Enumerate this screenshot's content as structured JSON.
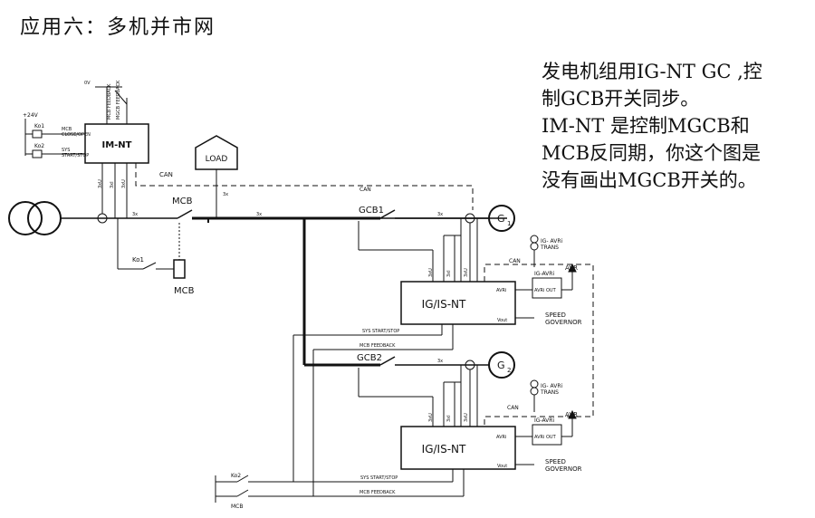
{
  "title": "应用六：多机并市网",
  "note_lines": [
    "发电机组用IG-NT GC ,控",
    "制GCB开关同步。",
    "IM-NT 是控制MGCB和",
    "MCB反同期，你这个图是",
    "没有画出MGCB开关的。"
  ],
  "diagram": {
    "im_nt": "IM-NT",
    "load": "LOAD",
    "can": "CAN",
    "mcb": "MCB",
    "mcb_coil": "MCB",
    "ko1": "Ko1",
    "ko2": "Ko2",
    "plus24v": "+24V",
    "mcb_close_open": "MCB\nCLOSE/OPEN",
    "sys_start_stop_label": "SYS\nSTART/STOP",
    "top_labels": [
      "MCB FEEDBACK",
      "MGCB FEEDBACK"
    ],
    "zero_v": "0V",
    "three_x_u": "3xU",
    "three_x_i": "3xI",
    "gcb1": "GCB1",
    "gcb2": "GCB2",
    "g1": "G",
    "g1_sub": "1",
    "g2": "G",
    "g2_sub": "2",
    "ig_is_nt": "IG/IS-NT",
    "avri": "AVRi",
    "vout": "Vout",
    "ig_avri_trans": "IG- AVRi\nTRANS",
    "ig_avri": "IG-AVRi",
    "avri_out": "AVRi  OUT",
    "avr": "AVR",
    "speed_governor": "SPEED\nGOVERNOR",
    "sys_start_stop": "SYS START/STOP",
    "mcb_feedback": "MCB FEEDBACK",
    "three_x": "3x"
  }
}
